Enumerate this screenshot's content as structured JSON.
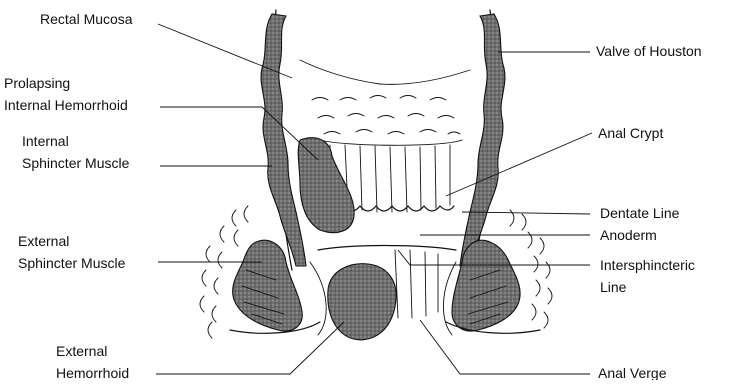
{
  "diagram": {
    "labels": {
      "rectal_mucosa": "Rectal Mucosa",
      "prolapsing_line1": "Prolapsing",
      "prolapsing_line2": "Internal Hemorrhoid",
      "internal_sphincter_line1": "Internal",
      "internal_sphincter_line2": "Sphincter Muscle",
      "external_sphincter_line1": "External",
      "external_sphincter_line2": "Sphincter Muscle",
      "external_hemorrhoid_line1": "External",
      "external_hemorrhoid_line2": "Hemorrhoid",
      "valve_of_houston": "Valve of Houston",
      "anal_crypt": "Anal Crypt",
      "dentate_line": "Dentate Line",
      "anoderm": "Anoderm",
      "intersphincteric_line1": "Intersphincteric",
      "intersphincteric_line2": "Line",
      "anal_verge": "Anal Verge"
    }
  }
}
